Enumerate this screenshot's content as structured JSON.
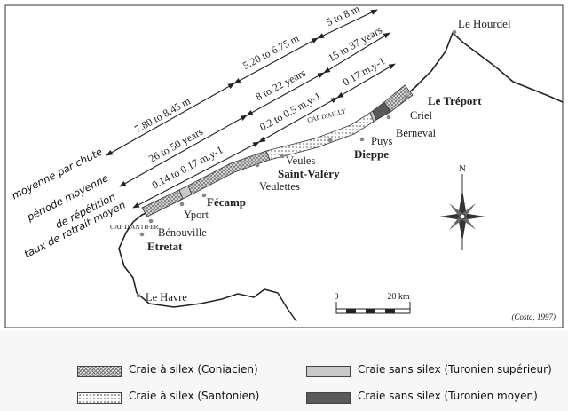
{
  "places": {
    "le_hourdel": "Le Hourdel",
    "le_treport": "Le Tréport",
    "criel": "Criel",
    "berneval": "Berneval",
    "puys": "Puys",
    "dieppe": "Dieppe",
    "cap_ailly": "CAP D'AILLY",
    "veules": "Veules",
    "saint_valery": "Saint-Valéry",
    "veulettes": "Veulettes",
    "fecamp": "Fécamp",
    "yport": "Yport",
    "cap_antifer": "CAP D'ANTIFER",
    "benouville": "Bénouville",
    "etretat": "Etretat",
    "le_havre": "Le Havre"
  },
  "measures": {
    "chute": [
      "7.80 to 8.45 m",
      "5.20 to 6.75 m",
      "5 to 8 m"
    ],
    "periode": [
      "26 to 50 years",
      "8 to 22 years",
      "15 to 37 years"
    ],
    "retrait": [
      "0.14 to 0.17 m.y-1",
      "0.2 to 0.5 m.y-1",
      "0.17 m.y-1"
    ]
  },
  "row_labels": {
    "chute": "moyenne par chute",
    "periode_1": "période moyenne",
    "periode_2": "de répétition",
    "retrait": "taux de retrait moyen"
  },
  "compass": {
    "north": "N"
  },
  "scale": {
    "zero": "0",
    "max": "20 km"
  },
  "source": "(Costa, 1997)",
  "legend": [
    {
      "label": "Craie à silex (Coniacien)",
      "pattern": "crosshatch"
    },
    {
      "label": "Craie sans silex (Turonien supérieur)",
      "pattern": "light-grey",
      "color": "#c9c9c9"
    },
    {
      "label": "Craie à silex (Santonien)",
      "pattern": "dots"
    },
    {
      "label": "Craie sans silex (Turonien moyen)",
      "pattern": "dark-grey",
      "color": "#5a5a5a"
    }
  ]
}
